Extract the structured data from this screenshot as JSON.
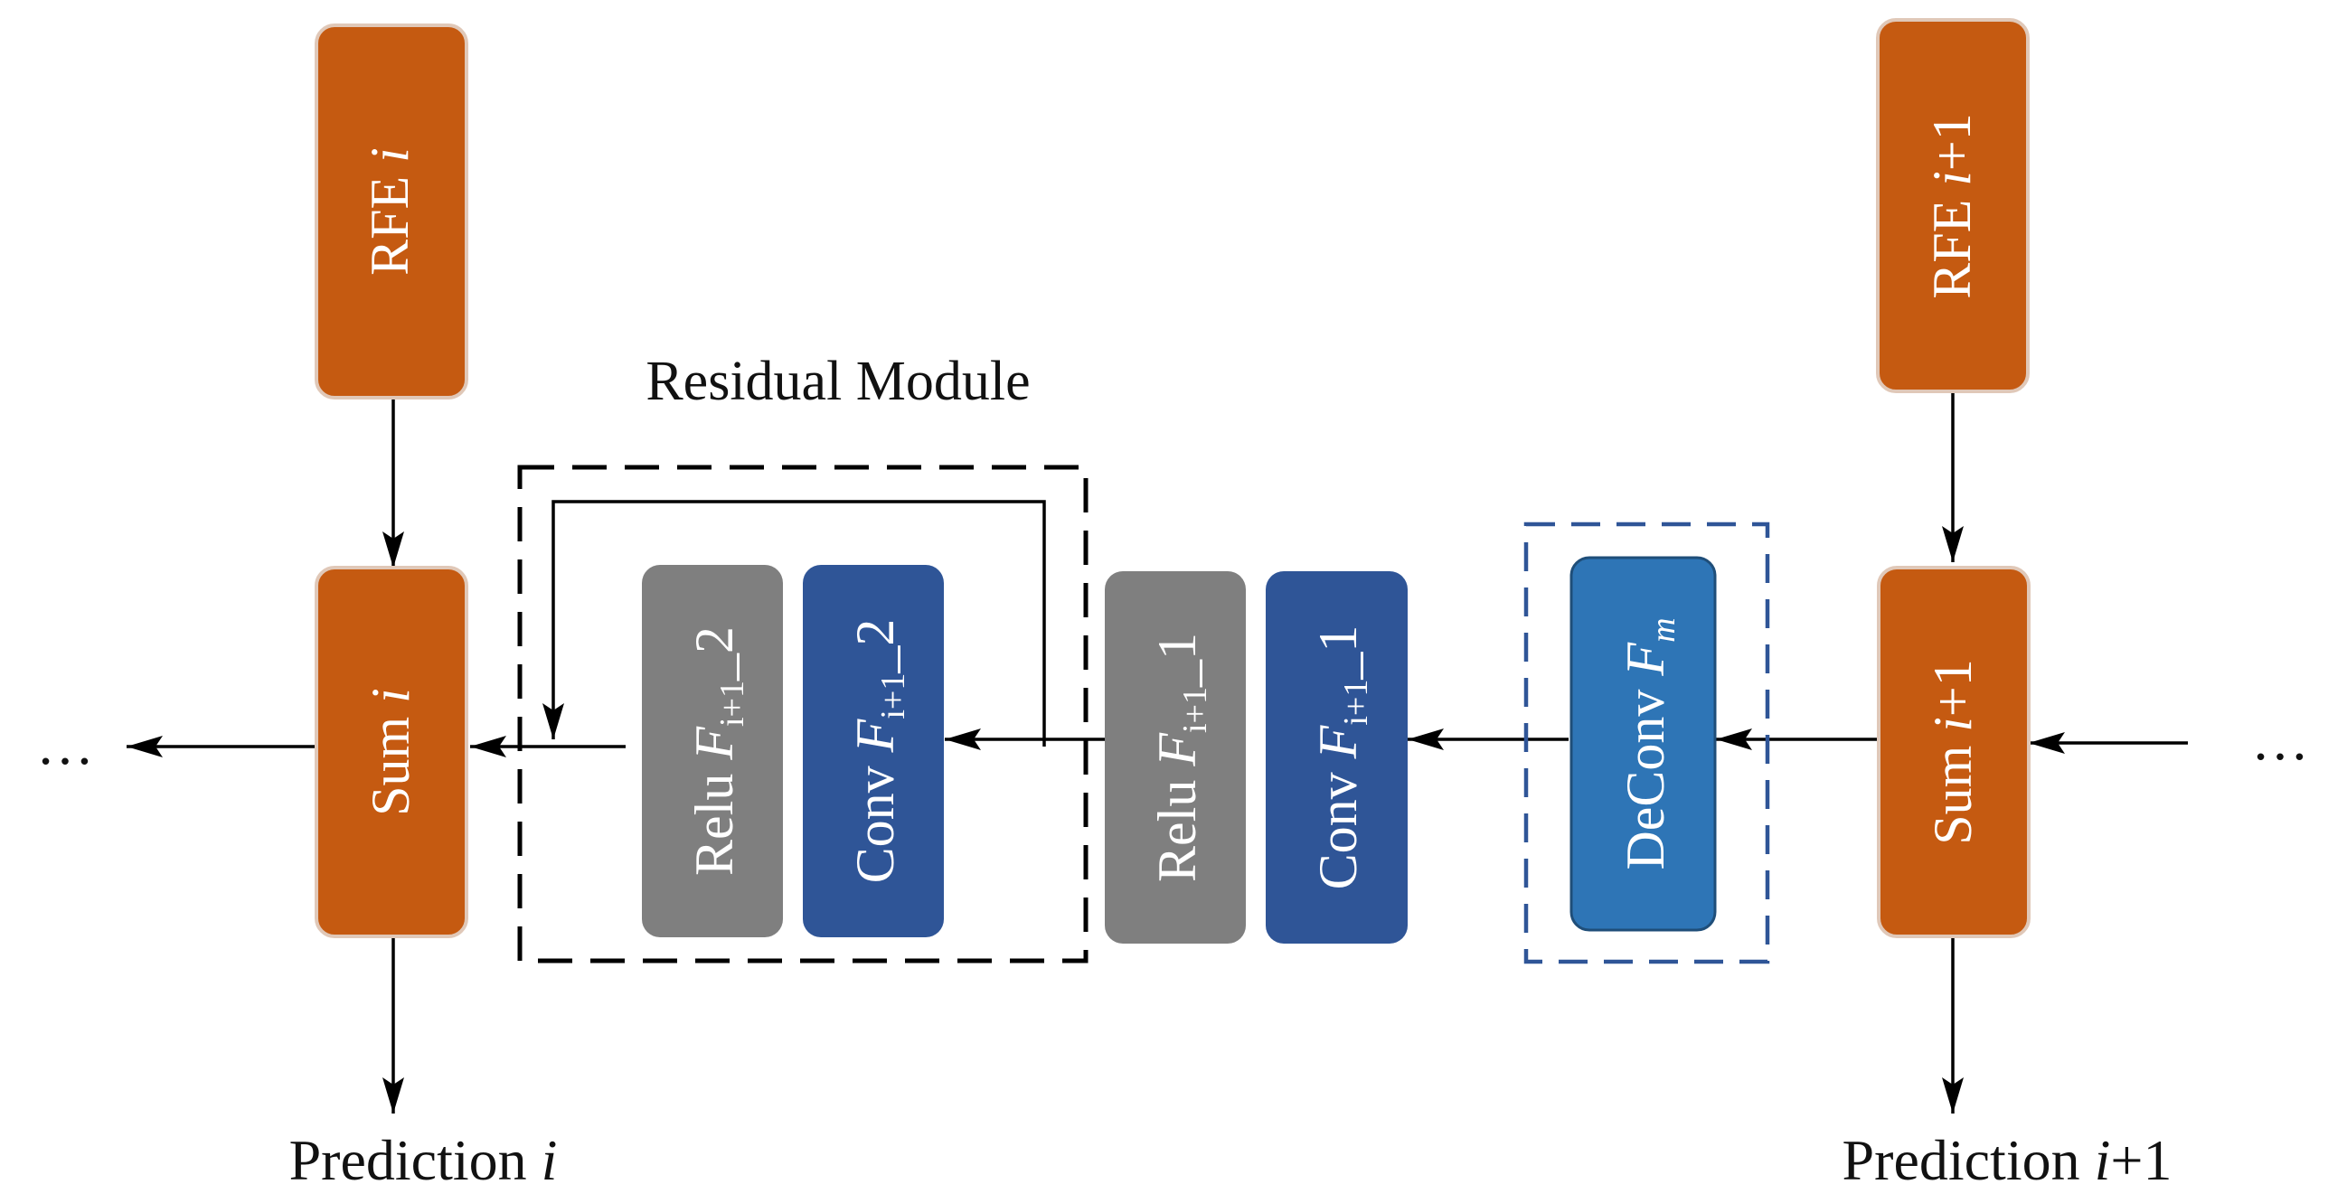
{
  "nodes": {
    "rfe_i": {
      "label": "RFE",
      "var": "i"
    },
    "rfe_i1": {
      "label": "RFE",
      "var": "i",
      "suffix": "+1"
    },
    "sum_i": {
      "label": "Sum",
      "var": "i"
    },
    "sum_i1": {
      "label": "Sum",
      "var": "i",
      "suffix": "+1"
    },
    "relu_2": {
      "label": "Relu",
      "func": "F",
      "sub": "i+1",
      "suffix": "_2"
    },
    "conv_2": {
      "label": "Conv",
      "func": "F",
      "sub": "i+1",
      "suffix": "_2"
    },
    "relu_1": {
      "label": "Relu",
      "func": "F",
      "sub": "i+1",
      "suffix": "_1"
    },
    "conv_1": {
      "label": "Conv",
      "func": "F",
      "sub": "i+1",
      "suffix": "_1"
    },
    "deconv": {
      "label": "DeConv",
      "func": "F",
      "sub": "m"
    }
  },
  "labels": {
    "residual_module": "Residual Module",
    "prediction_i": {
      "text": "Prediction",
      "var": "i"
    },
    "prediction_i1": {
      "text": "Prediction",
      "var": "i",
      "suffix": "+1"
    },
    "ellipsis_left": "…",
    "ellipsis_right": "…"
  },
  "colors": {
    "orange": "#C55A11",
    "orange_border": "#E0C8B8",
    "gray": "#7F7F7F",
    "dark_blue": "#2F5597",
    "mid_blue": "#2E75B6",
    "mid_blue_border": "#1F4E79",
    "dashed_blue": "#2F5597",
    "line": "#000000"
  }
}
